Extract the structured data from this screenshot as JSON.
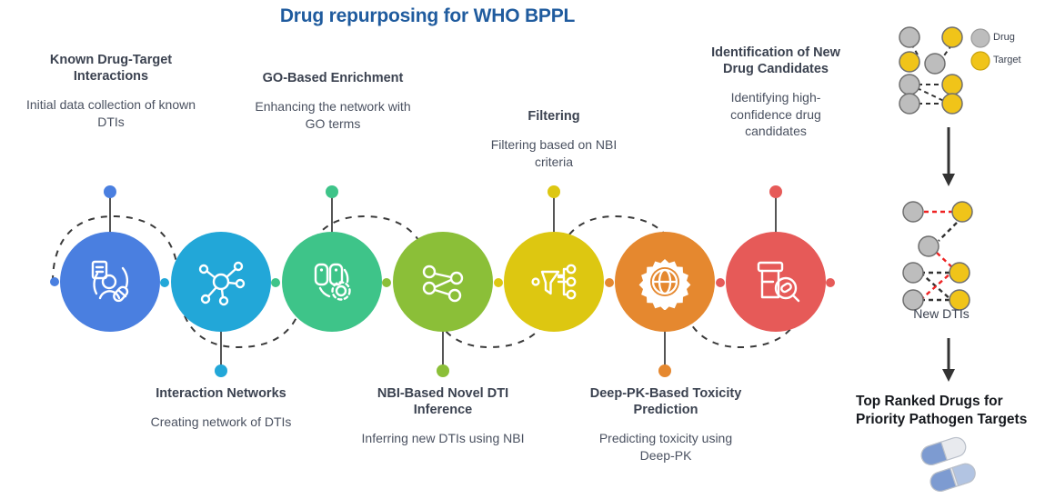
{
  "header": {
    "title": "Drug repurposing for WHO BPPL"
  },
  "flow": {
    "steps": [
      {
        "index": 1,
        "position": "above",
        "heading": "Known Drug-Target Interactions",
        "description": "Initial data collection of known DTIs",
        "color": "#4a7fe0",
        "icon": "drug-target-document-icon"
      },
      {
        "index": 2,
        "position": "below",
        "heading": "Interaction Networks",
        "description": "Creating network of DTIs",
        "color": "#22a7d8",
        "icon": "network-hub-icon"
      },
      {
        "index": 3,
        "position": "above",
        "heading": "GO-Based Enrichment",
        "description": "Enhancing the network with GO terms",
        "color": "#3ec489",
        "icon": "gene-ontology-gear-icon"
      },
      {
        "index": 4,
        "position": "below",
        "heading": "NBI-Based Novel DTI Inference",
        "description": "Inferring new DTIs using NBI",
        "color": "#8bbf38",
        "icon": "node-link-inference-icon"
      },
      {
        "index": 5,
        "position": "above",
        "heading": "Filtering",
        "description": "Filtering based on NBI criteria",
        "color": "#ddc711",
        "icon": "funnel-filter-icon"
      },
      {
        "index": 6,
        "position": "below",
        "heading": "Deep-PK-Based Toxicity Prediction",
        "description": "Predicting toxicity using Deep-PK",
        "color": "#e5882f",
        "icon": "globe-gear-icon"
      },
      {
        "index": 7,
        "position": "above",
        "heading": "Identification of New Drug Candidates",
        "description": "Identifying high-confidence drug candidates",
        "color": "#e65a58",
        "icon": "pill-bottle-search-icon"
      }
    ]
  },
  "right_panel": {
    "legend": [
      {
        "label": "Drug",
        "color": "#bdbdbd"
      },
      {
        "label": "Target",
        "color": "#f0c419"
      }
    ],
    "new_dti_caption": "New DTIs",
    "outcome_title": "Top Ranked Drugs for Priority Pathogen Targets",
    "colors": {
      "drug": "#bdbdbd",
      "target": "#f0c419",
      "new_edge": "#ee2222",
      "known_edge": "#333333",
      "arrow": "#333333"
    }
  },
  "colors": {
    "title": "#1f5b9e",
    "heading": "#3b4250",
    "body": "#4a5160",
    "path": "#3a3a3a"
  }
}
